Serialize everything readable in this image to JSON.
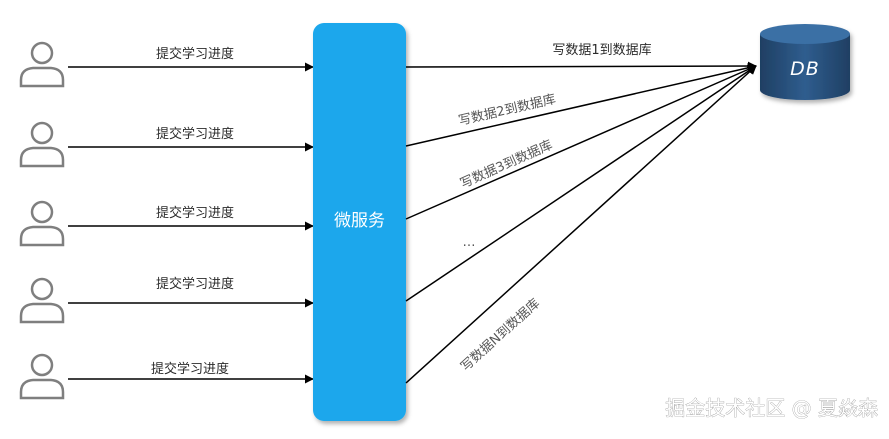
{
  "users": [
    {
      "label": "提交学习进度"
    },
    {
      "label": "提交学习进度"
    },
    {
      "label": "提交学习进度"
    },
    {
      "label": "提交学习进度"
    },
    {
      "label": "提交学习进度"
    }
  ],
  "service": {
    "label": "微服务",
    "color": "#1aa7ec"
  },
  "database": {
    "label": "DB",
    "color": "#27507c"
  },
  "writes": [
    "写数据1到数据库",
    "写数据2到数据库",
    "写数据3到数据库",
    "…",
    "写数据N到数据库"
  ],
  "watermark": "掘金技术社区 @ 夏焱森",
  "icons": {
    "user": "user-icon",
    "database": "database-icon"
  }
}
